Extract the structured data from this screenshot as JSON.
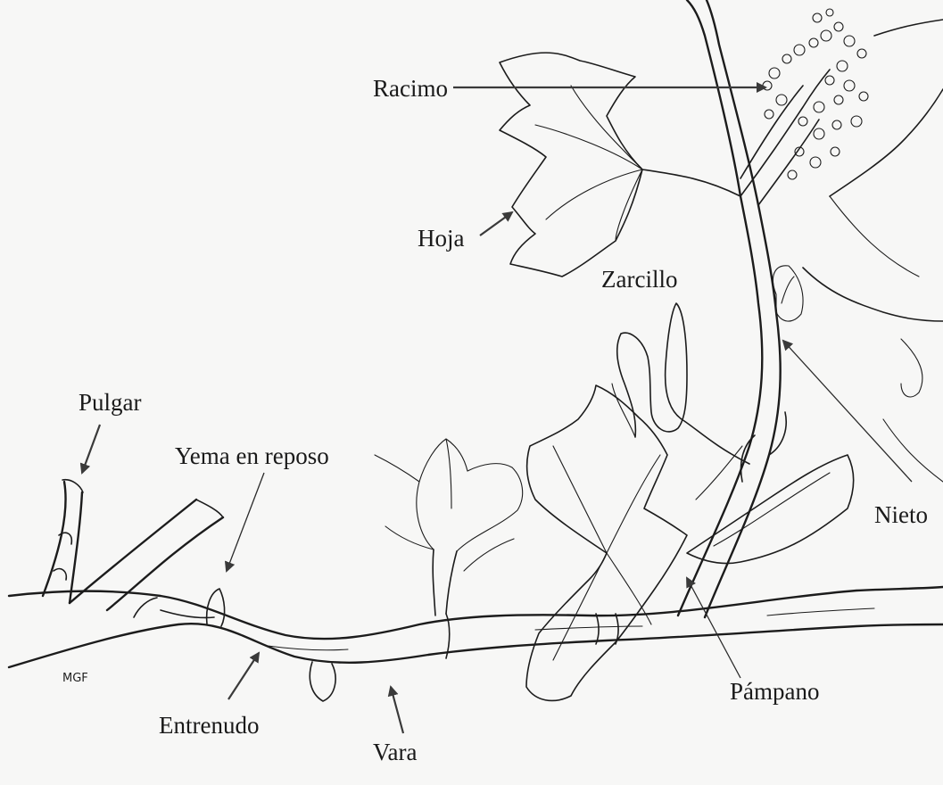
{
  "labels": {
    "racimo": "Racimo",
    "hoja": "Hoja",
    "zarcillo": "Zarcillo",
    "pulgar": "Pulgar",
    "yema_en_reposo": "Yema en reposo",
    "nieto": "Nieto",
    "entrenudo": "Entrenudo",
    "vara": "Vara",
    "pampano": "Pámpano"
  },
  "signature": "MGF",
  "colors": {
    "background": "#f7f7f6",
    "ink": "#1c1c1c",
    "arrow": "#3a3a3a"
  }
}
